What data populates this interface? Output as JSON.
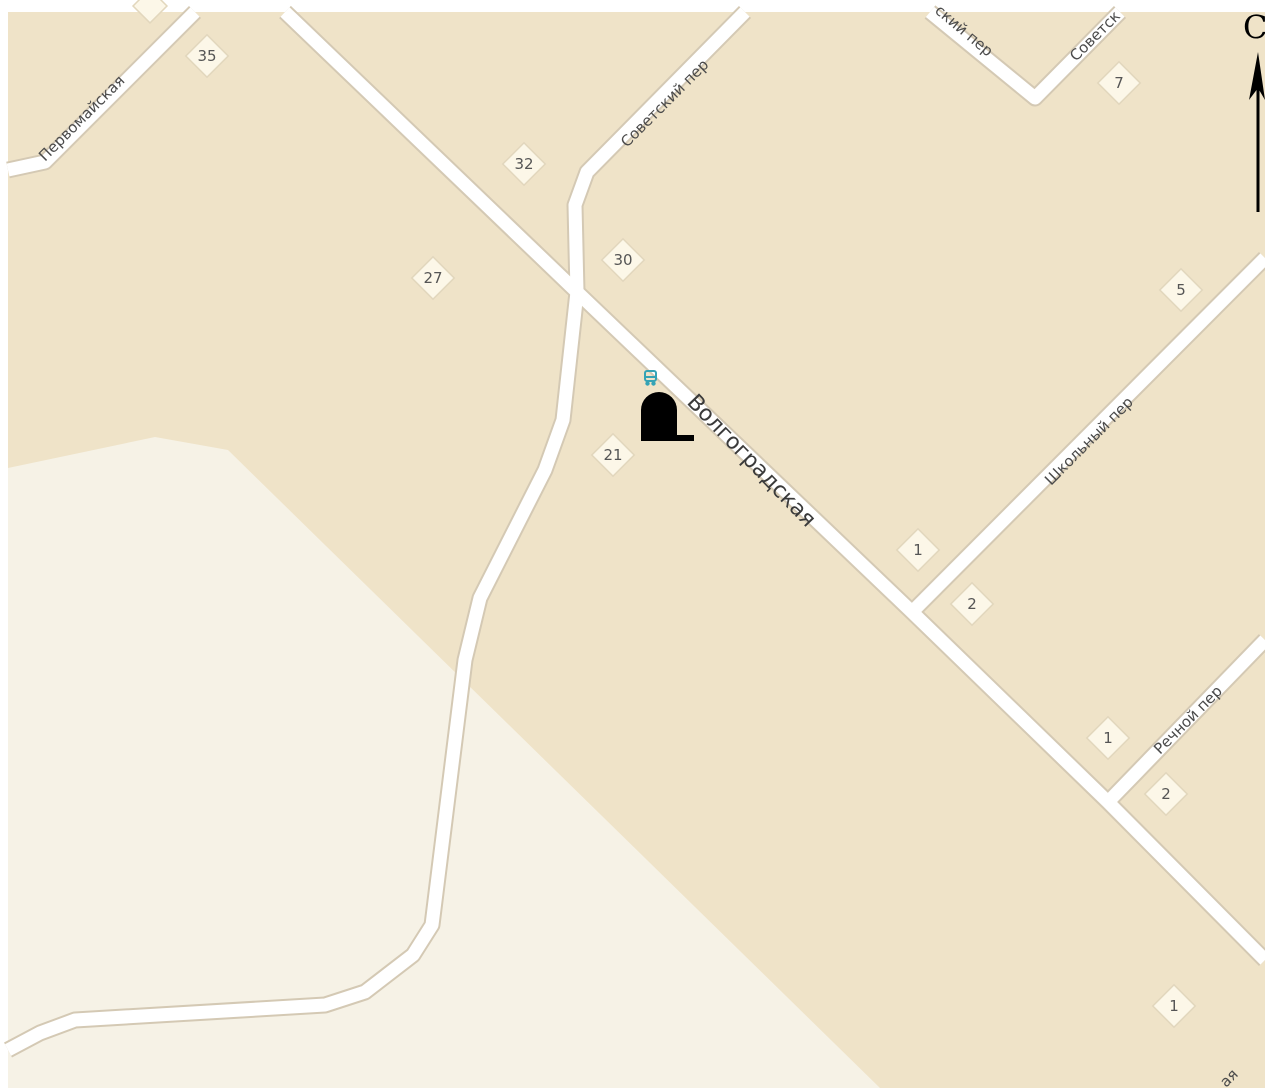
{
  "map": {
    "colors": {
      "land": "#efe3c8",
      "open_area": "#f6f2e6",
      "road": "#ffffff",
      "road_edge": "#d4c9b4",
      "house_marker": "#fcf7e8",
      "marker_edge": "#e2d7bd",
      "bus_stop": "#34a3b5",
      "landmark": "#000000"
    },
    "streets": {
      "pervomayskaya": "Первомайская",
      "sovetsky": "Советский пер",
      "sovetsky_top": "ский пер",
      "sovetsk_top": "Советск",
      "volgogradskaya": "Волгоградская",
      "shkolny": "Школьный пер",
      "rechnoy": "Речной пер",
      "corner_fragment": "ая"
    },
    "houses": {
      "h35": "35",
      "h32": "32",
      "h30": "30",
      "h27": "27",
      "h21": "21",
      "h7": "7",
      "h5": "5",
      "h1a": "1",
      "h2a": "2",
      "h1b": "1",
      "h2b": "2",
      "h1c": "1"
    },
    "north_arrow": {
      "letter": "С"
    },
    "icons": {
      "bus_stop": "bus-stop-icon",
      "landmark": "landmark-marker-icon"
    }
  }
}
